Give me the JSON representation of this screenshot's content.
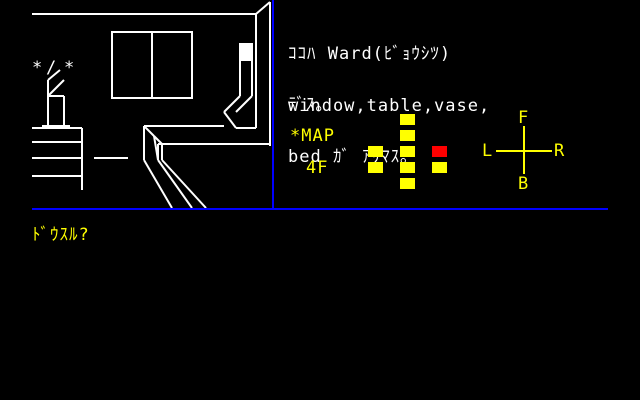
{
  "room": {
    "description_lines": [
      "ｺｺﾊ Ward(ﾋﾞｮｳｼﾂ)",
      "ﾃﾞｽ｡"
    ],
    "items_lines": [
      "window,table,vase,",
      "bed ｶﾞ ｱﾘﾏｽ｡"
    ]
  },
  "map": {
    "label": "*MAP",
    "floor": "4F",
    "cells": [
      {
        "col": 0,
        "row": 2,
        "state": "visited"
      },
      {
        "col": 0,
        "row": 3,
        "state": "visited"
      },
      {
        "col": 1,
        "row": 0,
        "state": "visited"
      },
      {
        "col": 1,
        "row": 1,
        "state": "visited"
      },
      {
        "col": 1,
        "row": 2,
        "state": "visited"
      },
      {
        "col": 1,
        "row": 3,
        "state": "visited"
      },
      {
        "col": 1,
        "row": 4,
        "state": "visited"
      },
      {
        "col": 2,
        "row": 2,
        "state": "current"
      },
      {
        "col": 2,
        "row": 3,
        "state": "visited"
      }
    ]
  },
  "compass": {
    "front": "F",
    "back": "B",
    "left": "L",
    "right": "R"
  },
  "prompt": "ﾄﾞｳｽﾙ?",
  "colors": {
    "divider": "#0000ff",
    "highlight": "#ffff00",
    "current_cell": "#ff0000"
  }
}
